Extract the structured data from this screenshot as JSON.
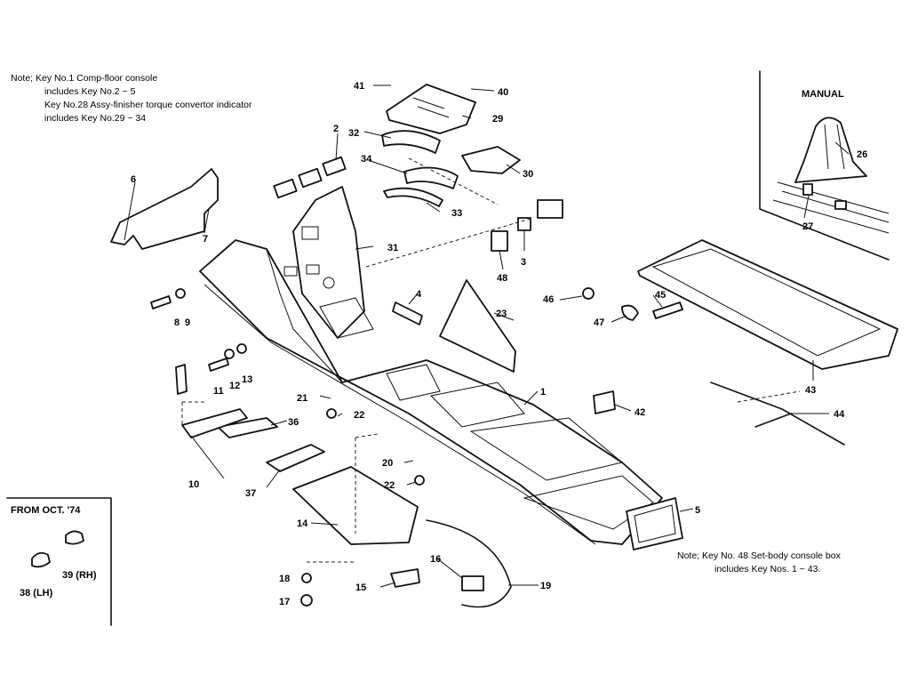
{
  "top_note": {
    "lines": [
      "Note; Key No.1 Comp-floor console",
      "includes Key No.2 ~ 5",
      "Key No.28 Assy-finisher torque convertor indicator",
      "includes Key No.29 ~ 34"
    ]
  },
  "bottom_note": {
    "lines": [
      "Note;  Key No. 48 Set-body console box",
      "includes Key Nos. 1 ~ 43."
    ]
  },
  "inset_manual": {
    "title": "MANUAL"
  },
  "inset_oct74": {
    "title": "FROM OCT. '74",
    "labels": [
      "39 (RH)",
      "38 (LH)"
    ]
  },
  "part_labels": [
    "1",
    "2",
    "3",
    "4",
    "5",
    "6",
    "7",
    "8",
    "9",
    "10",
    "11",
    "12",
    "13",
    "14",
    "15",
    "16",
    "17",
    "18",
    "19",
    "20",
    "21",
    "22",
    "22",
    "23",
    "26",
    "27",
    "29",
    "30",
    "31",
    "32",
    "33",
    "34",
    "36",
    "37",
    "40",
    "41",
    "42",
    "43",
    "44",
    "45",
    "46",
    "47",
    "48"
  ]
}
